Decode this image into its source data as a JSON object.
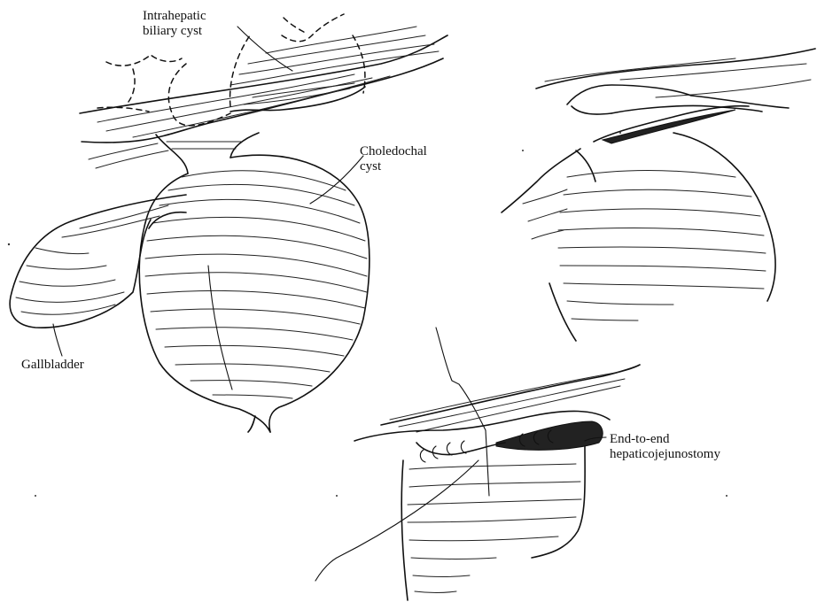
{
  "labels": {
    "intrahepatic": [
      "Intrahepatic",
      "biliary cyst"
    ],
    "choledochal": [
      "Choledochal",
      "cyst"
    ],
    "gallbladder": "Gallbladder",
    "anastomosis": [
      "End-to-end",
      "hepaticojejunostomy"
    ]
  },
  "colors": {
    "ink": "#111111",
    "background": "#ffffff"
  }
}
